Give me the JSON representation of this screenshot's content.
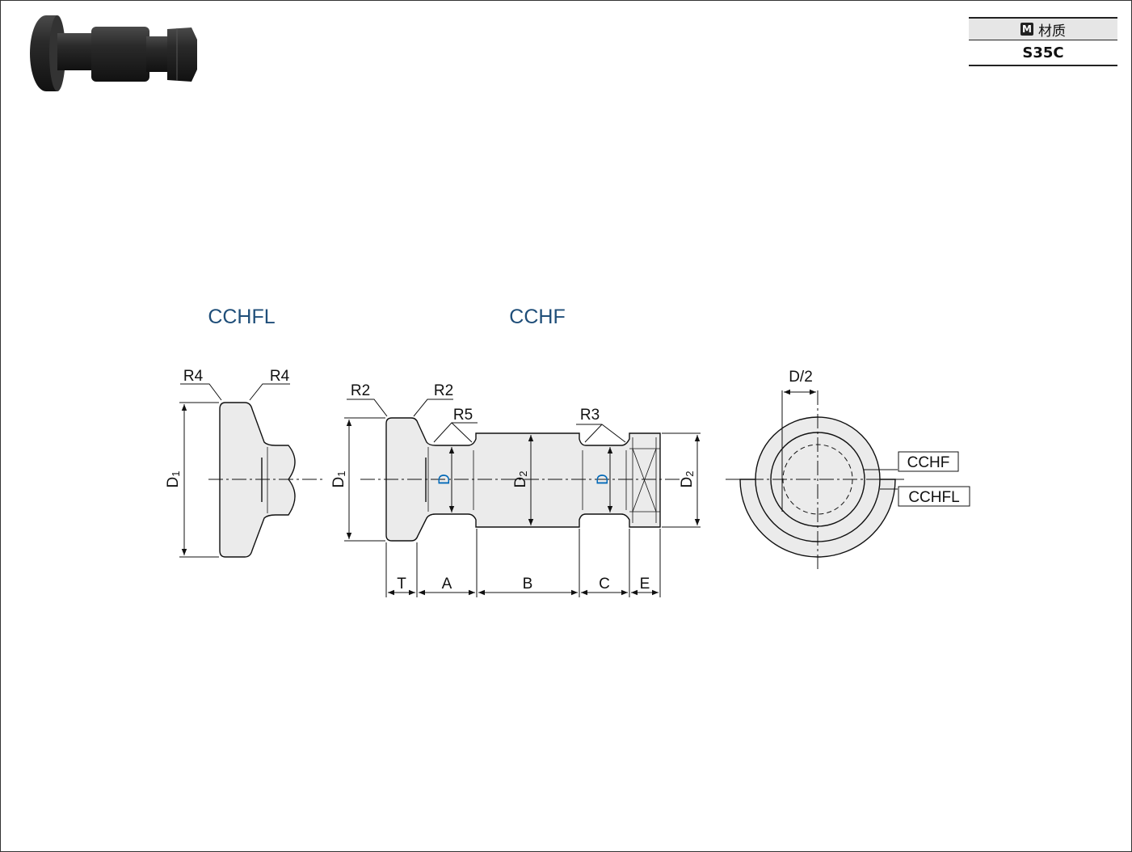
{
  "material_table": {
    "badge": "M",
    "header": "材质",
    "value": "S35C"
  },
  "diagram": {
    "variant_left_title": "CCHFL",
    "variant_center_title": "CCHF",
    "radius_labels": {
      "left_r4_a": "R4",
      "left_r4_b": "R4",
      "r2_a": "R2",
      "r2_b": "R2",
      "r5": "R5",
      "r3": "R3"
    },
    "dimension_labels": {
      "left_d1": "D",
      "left_d1_sub": "1",
      "center_d1": "D",
      "center_d1_sub": "1",
      "d_a": "D",
      "d2_center": "D",
      "d2_center_sub": "2",
      "d_b": "D",
      "d2_right": "D",
      "d2_right_sub": "2",
      "t": "T",
      "a": "A",
      "b": "B",
      "c": "C",
      "e": "E",
      "half_d": "D/2"
    },
    "end_view_tags": {
      "cchf": "CCHF",
      "cchfl": "CCHFL"
    }
  },
  "colors": {
    "title_blue": "#1f4e79",
    "dimension_blue": "#0068b7",
    "part_fill": "#ebebeb",
    "line": "#111111"
  }
}
